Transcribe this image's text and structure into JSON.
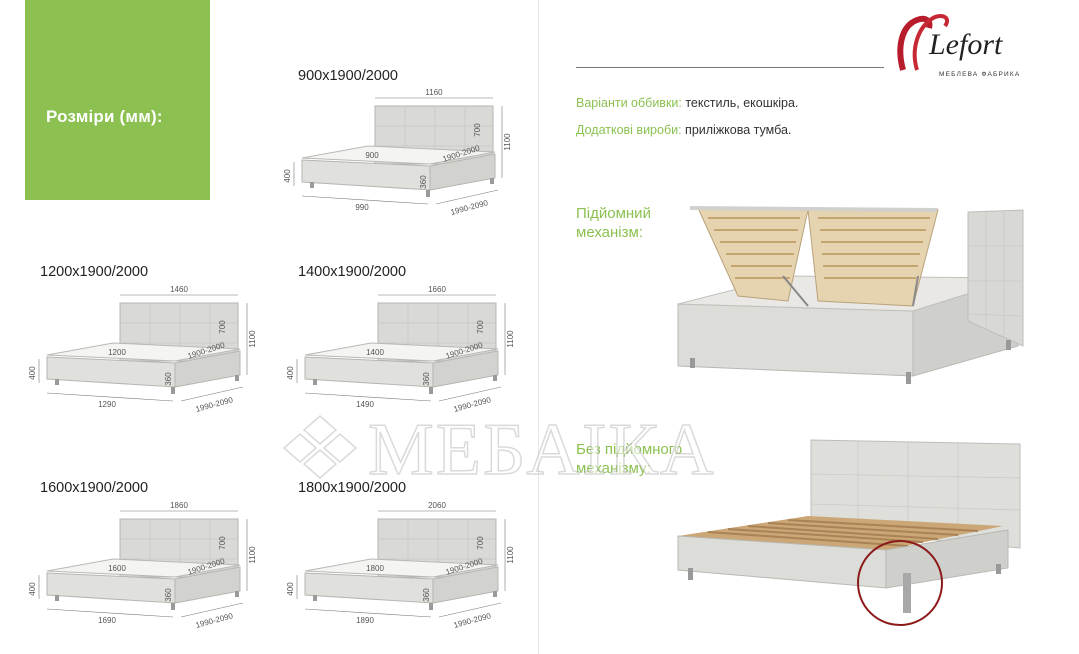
{
  "sizes_heading": "Розміри (мм):",
  "logo": {
    "brand": "Lefort",
    "tagline": "МЕБЛЕВА ФАБРИКА"
  },
  "info": {
    "upholstery_label": "Варіанти оббивки:",
    "upholstery_value": " текстиль, екошкіра.",
    "extras_label": "Додаткові вироби:",
    "extras_value": " приліжкова тумба."
  },
  "mechanism": {
    "with": [
      "Підйомний",
      "механізм:"
    ],
    "without": [
      "Без підйомного",
      "механізму:"
    ]
  },
  "watermark": "МЕБАІКА",
  "beds": [
    {
      "label": "900x1900/2000",
      "headboard_w": "1160",
      "mattress_w": "900",
      "base_w": "990",
      "length": "1900-2000",
      "depth": "1990-2090",
      "head_h": "700",
      "total_h": "1100",
      "base_h": "400",
      "side_h": "360"
    },
    {
      "label": "1200x1900/2000",
      "headboard_w": "1460",
      "mattress_w": "1200",
      "base_w": "1290",
      "length": "1900-2000",
      "depth": "1990-2090",
      "head_h": "700",
      "total_h": "1100",
      "base_h": "400",
      "side_h": "360"
    },
    {
      "label": "1400x1900/2000",
      "headboard_w": "1660",
      "mattress_w": "1400",
      "base_w": "1490",
      "length": "1900-2000",
      "depth": "1990-2090",
      "head_h": "700",
      "total_h": "1100",
      "base_h": "400",
      "side_h": "360"
    },
    {
      "label": "1600x1900/2000",
      "headboard_w": "1860",
      "mattress_w": "1600",
      "base_w": "1690",
      "length": "1900-2000",
      "depth": "1990-2090",
      "head_h": "700",
      "total_h": "1100",
      "base_h": "400",
      "side_h": "360"
    },
    {
      "label": "1800x1900/2000",
      "headboard_w": "2060",
      "mattress_w": "1800",
      "base_w": "1890",
      "length": "1900-2000",
      "depth": "1990-2090",
      "head_h": "700",
      "total_h": "1100",
      "base_h": "400",
      "side_h": "360"
    }
  ]
}
